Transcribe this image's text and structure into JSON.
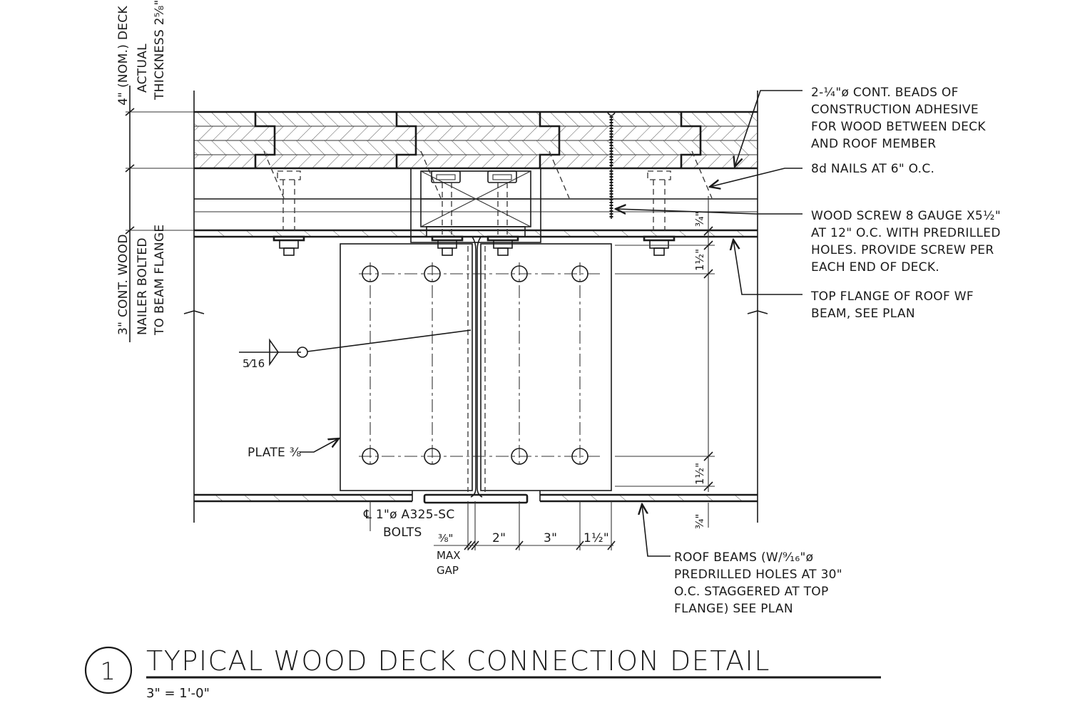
{
  "drawing": {
    "detail_number": "1",
    "title": "TYPICAL WOOD DECK CONNECTION DETAIL",
    "scale": "3\" = 1'-0\"",
    "left_labels": {
      "deck_line1": "4\" (NOM.) DECK",
      "deck_line2": "ACTUAL",
      "deck_line3": "THICKNESS 2⅝\"",
      "nailer_line1": "3\" CONT. WOOD",
      "nailer_line2": "NAILER BOLTED",
      "nailer_line3": "TO BEAM FLANGE"
    },
    "callouts": [
      {
        "id": "adhesive",
        "lines": [
          "2-¼\"ø CONT. BEADS OF",
          "CONSTRUCTION ADHESIVE",
          "FOR WOOD BETWEEN DECK",
          "AND ROOF MEMBER"
        ]
      },
      {
        "id": "nails",
        "lines": [
          "8d NAILS AT 6\" O.C."
        ]
      },
      {
        "id": "screw",
        "lines": [
          "WOOD SCREW 8 GAUGE X5½\"",
          "AT 12\" O.C. WITH PREDRILLED",
          "HOLES. PROVIDE SCREW PER",
          "EACH END OF DECK."
        ]
      },
      {
        "id": "top-flange",
        "lines": [
          "TOP FLANGE OF ROOF WF",
          "BEAM, SEE PLAN"
        ]
      },
      {
        "id": "roof-beams",
        "lines": [
          "ROOF BEAMS (W/⁹⁄₁₆\"ø",
          "PREDRILLED HOLES AT 30\"",
          "O.C. STAGGERED AT TOP",
          "FLANGE) SEE PLAN"
        ]
      }
    ],
    "weld_size": "5⁄16",
    "plate_label": "PLATE ⅜",
    "bolts_line1": "℄ 1\"ø A325-SC",
    "bolts_line2": "BOLTS",
    "gap_dim": "⅜\"",
    "gap_line1": "MAX",
    "gap_line2": "GAP",
    "dims_bottom": [
      "2\"",
      "3\"",
      "1½\""
    ],
    "dims_right": [
      "¾\"",
      "1½\"",
      "1½\"",
      "¾\""
    ]
  }
}
